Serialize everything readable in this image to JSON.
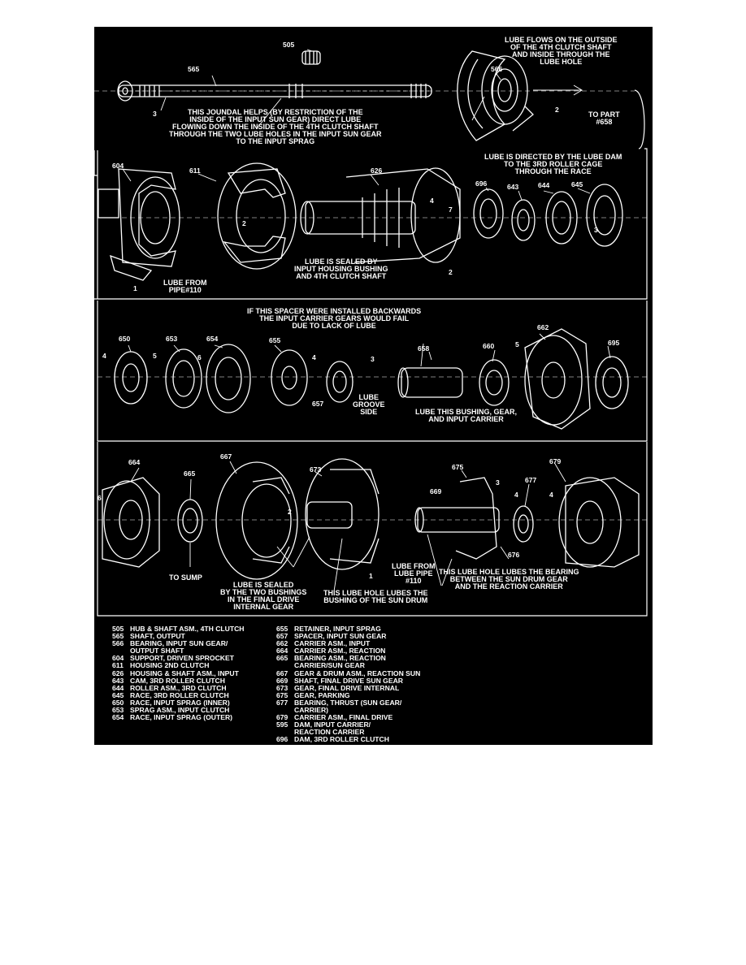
{
  "colors": {
    "background": "#000000",
    "ink": "#ffffff",
    "page": "#ffffff"
  },
  "notes": {
    "n1": "LUBE FLOWS ON THE OUTSIDE\nOF THE 4TH CLUTCH SHAFT\nAND INSIDE THROUGH THE\nLUBE HOLE",
    "n2": "THIS JOUNDAL HELPS (BY RESTRICTION OF THE\nINSIDE OF THE INPUT SUN GEAR) DIRECT LUBE\nFLOWING DOWN THE INSIDE OF THE 4TH CLUTCH SHAFT\nTHROUGH THE TWO LUBE HOLES IN THE INPUT SUN GEAR\nTO THE INPUT SPRAG",
    "n3": "TO PART\n#658",
    "n4": "LUBE IS DIRECTED BY THE LUBE DAM\nTO THE 3RD ROLLER CAGE\nTHROUGH THE RACE",
    "n5": "LUBE IS SEALED BY\nINPUT HOUSING BUSHING\nAND 4TH CLUTCH SHAFT",
    "n6": "LUBE FROM\nPIPE#110",
    "n7": "IF THIS SPACER WERE INSTALLED BACKWARDS\nTHE INPUT CARRIER GEARS WOULD FAIL\nDUE TO LACK OF LUBE",
    "n8": "LUBE\nGROOVE\nSIDE",
    "n9": "LUBE THIS BUSHING, GEAR,\nAND INPUT CARRIER",
    "n10": "TO SUMP",
    "n11": "LUBE IS SEALED\nBY THE TWO BUSHINGS\nIN THE FINAL DRIVE\nINTERNAL GEAR",
    "n12": "THIS LUBE HOLE LUBES THE\nBUSHING OF THE SUN DRUM",
    "n13": "LUBE FROM\nLUBE PIPE\n#110",
    "n14": "THIS LUBE HOLE LUBES THE BEARING\nBETWEEN THE SUN DRUM GEAR\nAND THE REACTION CARRIER"
  },
  "labels": {
    "p505": "505",
    "p565": "565",
    "p566": "566",
    "p604": "604",
    "p611": "611",
    "p626": "626",
    "p696": "696",
    "p643": "643",
    "p644": "644",
    "p645": "645",
    "p650": "650",
    "p653": "653",
    "p654": "654",
    "p655": "655",
    "p657": "657",
    "p658": "658",
    "p660": "660",
    "p662": "662",
    "p695": "695",
    "p664": "664",
    "p665": "665",
    "p667": "667",
    "p673": "673",
    "p669": "669",
    "p675": "675",
    "p677": "677",
    "p679": "679",
    "p676": "676",
    "f3a": "3",
    "f2a": "2",
    "f1b": "1",
    "f2b": "2",
    "f2c": "2",
    "f3b": "3",
    "f4b": "4",
    "f7b": "7",
    "f4c": "4",
    "f5c": "5",
    "f6c": "6",
    "f4d": "4",
    "f3c": "3",
    "f5d": "5",
    "f6e": "6",
    "f2e": "2",
    "f1e": "1",
    "f3e": "3",
    "f4e": "4",
    "f4f": "4"
  },
  "legend": {
    "left": [
      {
        "num": "505",
        "desc": "HUB & SHAFT ASM., 4TH CLUTCH"
      },
      {
        "num": "565",
        "desc": "SHAFT, OUTPUT"
      },
      {
        "num": "566",
        "desc": "BEARING, INPUT SUN GEAR/\nOUTPUT SHAFT"
      },
      {
        "num": "604",
        "desc": "SUPPORT, DRIVEN SPROCKET"
      },
      {
        "num": "611",
        "desc": "HOUSING 2ND CLUTCH"
      },
      {
        "num": "626",
        "desc": "HOUSING & SHAFT ASM., INPUT"
      },
      {
        "num": "643",
        "desc": "CAM, 3RD ROLLER CLUTCH"
      },
      {
        "num": "644",
        "desc": "ROLLER ASM., 3RD CLUTCH"
      },
      {
        "num": "645",
        "desc": "RACE, 3RD ROLLER CLUTCH"
      },
      {
        "num": "650",
        "desc": "RACE, INPUT SPRAG (INNER)"
      },
      {
        "num": "653",
        "desc": "SPRAG ASM., INPUT CLUTCH"
      },
      {
        "num": "654",
        "desc": "RACE, INPUT SPRAG (OUTER)"
      }
    ],
    "right": [
      {
        "num": "655",
        "desc": "RETAINER, INPUT SPRAG"
      },
      {
        "num": "657",
        "desc": "SPACER, INPUT SUN GEAR"
      },
      {
        "num": "662",
        "desc": "CARRIER ASM., INPUT"
      },
      {
        "num": "664",
        "desc": "CARRIER ASM., REACTION"
      },
      {
        "num": "665",
        "desc": "BEARING ASM., REACTION\nCARRIER/SUN GEAR"
      },
      {
        "num": "667",
        "desc": "GEAR & DRUM ASM., REACTION SUN"
      },
      {
        "num": "669",
        "desc": "SHAFT, FINAL DRIVE SUN GEAR"
      },
      {
        "num": "673",
        "desc": "GEAR, FINAL DRIVE INTERNAL"
      },
      {
        "num": "675",
        "desc": "GEAR, PARKING"
      },
      {
        "num": "677",
        "desc": "BEARING, THRUST (SUN GEAR/\nCARRIER)"
      },
      {
        "num": "679",
        "desc": "CARRIER ASM., FINAL DRIVE"
      },
      {
        "num": "595",
        "desc": "DAM, INPUT CARRIER/\nREACTION CARRIER"
      },
      {
        "num": "696",
        "desc": "DAM, 3RD ROLLER CLUTCH"
      }
    ]
  }
}
